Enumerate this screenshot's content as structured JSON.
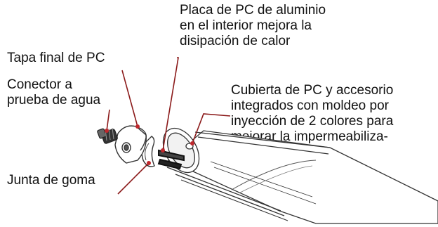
{
  "labels": {
    "placa": "Placa de PC de aluminio\nen el interior mejora la\ndisipación de calor",
    "tapa": "Tapa final de PC",
    "conector": "Conector a\nprueba de agua",
    "cubierta": "Cubierta de PC y accesorio\nintegrados con moldeo por\ninyección de 2 colores para\nmejorar la impermeabiliza-\nción",
    "junta": "Junta de goma"
  },
  "colors": {
    "leader_line": "#8b1a1a",
    "leader_dot": "#c0282d",
    "drawing_stroke": "#333333"
  }
}
